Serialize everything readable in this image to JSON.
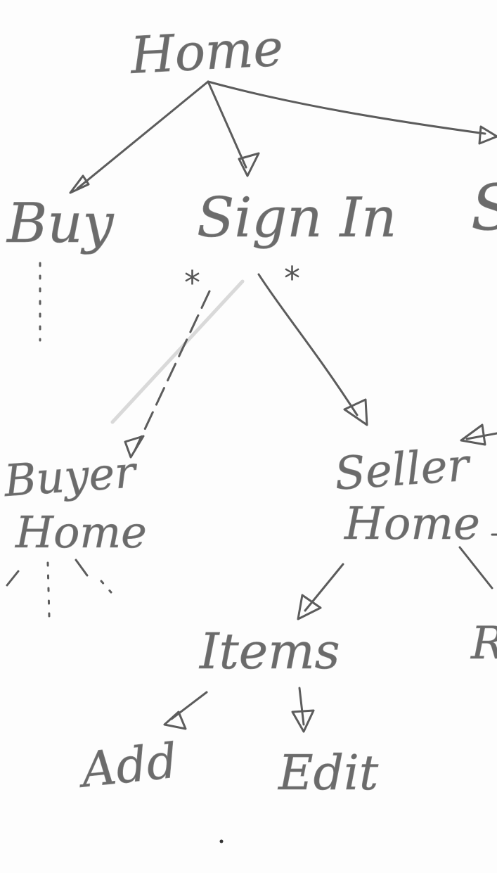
{
  "nodes": {
    "home": "Home",
    "buy": "Buy",
    "sign_in": "Sign In",
    "sell_partial": "S",
    "buyer_home_line1": "Buyer",
    "buyer_home_line2": "Home",
    "seller_home_line1": "Seller",
    "seller_home_line2": "Home",
    "items": "Items",
    "add": "Add",
    "edit": "Edit",
    "right_partial": "R"
  },
  "annotations": {
    "left_asterisk": "*",
    "right_asterisk": "*"
  },
  "colors": {
    "ink": "#5c5c5c",
    "paper": "#fdfdfd",
    "erased": "#d9d9d9"
  }
}
